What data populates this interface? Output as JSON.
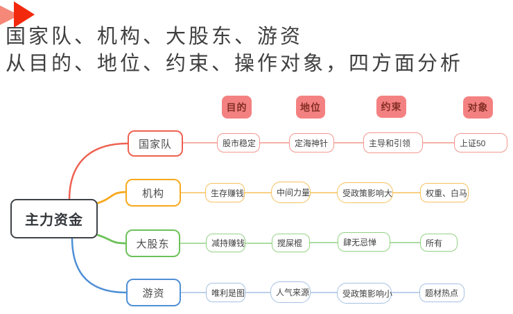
{
  "header": {
    "title_line1": "国家队、机构、大股东、游资",
    "title_line2": "从目的、地位、约束、操作对象，四方面分析"
  },
  "icons": {
    "title_marker": "fast-forward-double-arrow"
  },
  "colors": {
    "title_text": "#3f3f3f",
    "arrow_front": "#f3290e",
    "arrow_back": "#f58878",
    "root_border": "#3d4247",
    "root_text": "#33373b",
    "node_text": "#4a4a4a",
    "child_text": "#3f3f3f",
    "header_bg": "#f48181",
    "header_text": "#842f27",
    "red_main": "#ee6150",
    "red_light": "#f2968c",
    "yellow_main": "#f6a81c",
    "yellow_light": "#f7c05c",
    "green_main": "#6cc158",
    "green_light": "#92d183",
    "blue_main": "#4e8fd5",
    "blue_light": "#a6c0e2"
  },
  "mindmap": {
    "root": "主力资金",
    "column_headers": [
      "目的",
      "地位",
      "约束",
      "对象"
    ],
    "branches": [
      {
        "label": "国家队",
        "color": "red",
        "children": [
          "股市稳定",
          "定海神针",
          "主导和引领",
          "上证50"
        ]
      },
      {
        "label": "机构",
        "color": "yellow",
        "children": [
          "生存赚钱",
          "中间力量",
          "受政策影响大",
          "权重、白马"
        ]
      },
      {
        "label": "大股东",
        "color": "green",
        "children": [
          "减持赚钱",
          "搅屎棍",
          "肆无忌惮",
          "所有"
        ]
      },
      {
        "label": "游资",
        "color": "blue",
        "children": [
          "唯利是图",
          "人气来源",
          "受政策影响小",
          "题材热点"
        ]
      }
    ]
  }
}
